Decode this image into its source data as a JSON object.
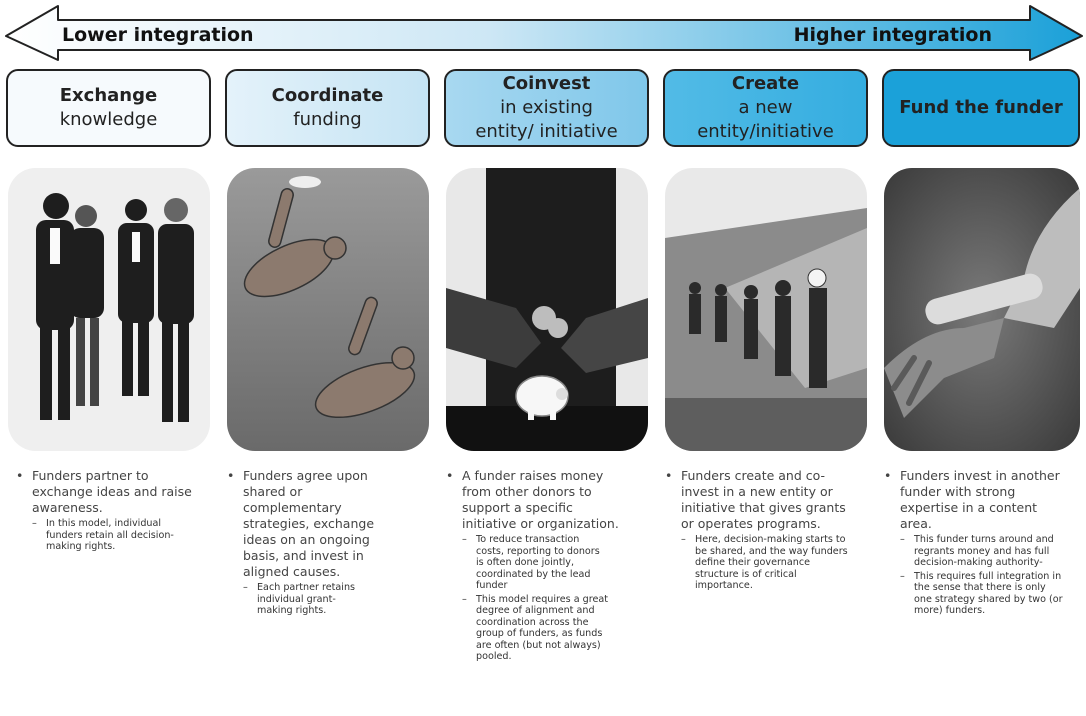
{
  "arrow": {
    "left_label": "Lower integration",
    "right_label": "Higher integration",
    "gradient_start": "#f4f9fd",
    "gradient_end": "#1aa0d8"
  },
  "stages": [
    {
      "bold": "Exchange",
      "rest": "knowledge",
      "fill": "#f6fafd",
      "bullet": "Funders partner to exchange ideas and raise awareness.",
      "subs": [
        "In this model, individual funders retain all decision-making rights."
      ]
    },
    {
      "bold": "Coordinate",
      "rest": "funding",
      "fill": "#cfe8f6",
      "bullet": "Funders agree upon shared or complementary strategies, exchange ideas on an ongoing basis, and invest in aligned causes.",
      "subs": [
        "Each partner retains individual grant-making rights."
      ]
    },
    {
      "bold": "Coinvest",
      "rest": "in existing entity/ initiative",
      "fill": "#8fcdec",
      "bullet": "A funder raises money from other donors to support a specific initiative or organization.",
      "subs": [
        "To reduce transaction costs, reporting to donors is often done jointly, coordinated by the lead funder",
        "This model requires a great degree of alignment and coordination across the group of funders, as funds are often (but not always) pooled."
      ]
    },
    {
      "bold": "Create",
      "rest": "a new entity/initiative",
      "fill": "#41b3e3",
      "bullet": "Funders create and co-invest in a new entity or initiative that gives grants or operates programs.",
      "subs": [
        "Here, decision-making starts to be shared, and the way funders define their governance structure is of critical importance."
      ]
    },
    {
      "bold": "Fund the funder",
      "rest": "",
      "fill": "#1ba1d9",
      "bullet": "Funders invest in another funder with strong expertise in a content area.",
      "subs": [
        "This funder turns around and regrants money and has full decision-making authority-",
        "This requires full integration in the sense that there is only one strategy shared by two (or more) funders."
      ]
    }
  ],
  "photos": [
    {
      "icon": "business-people-photo"
    },
    {
      "icon": "synchronized-divers-photo"
    },
    {
      "icon": "piggy-bank-coins-photo"
    },
    {
      "icon": "workers-building-dam-photo"
    },
    {
      "icon": "relay-baton-handoff-photo"
    }
  ]
}
